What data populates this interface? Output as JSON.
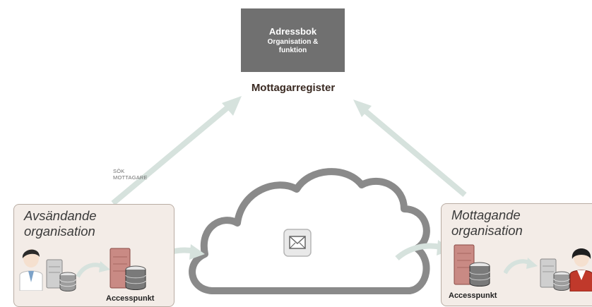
{
  "addressbook": {
    "title": "Adressbok",
    "line2": "Organisation &",
    "line3": "funktion"
  },
  "registry_label": "Mottagarregister",
  "search": {
    "line1": "SÖK",
    "line2": "MOTTAGARE"
  },
  "sender": {
    "title_line1": "Avsändande",
    "title_line2": "organisation",
    "access_point_label": "Accesspunkt"
  },
  "receiver": {
    "title_line1": "Mottagande",
    "title_line2": "organisation",
    "access_point_label": "Accesspunkt"
  },
  "colors": {
    "addressbook_bg": "#707070",
    "arrow": "#d6e2dd",
    "cloud_stroke": "#8a8a8a",
    "org_box_bg": "#f3ece7",
    "access_point": "#c98a84"
  },
  "icons": {
    "envelope": "envelope-icon",
    "server": "server-icon",
    "database": "database-icon",
    "user": "user-avatar-icon"
  }
}
